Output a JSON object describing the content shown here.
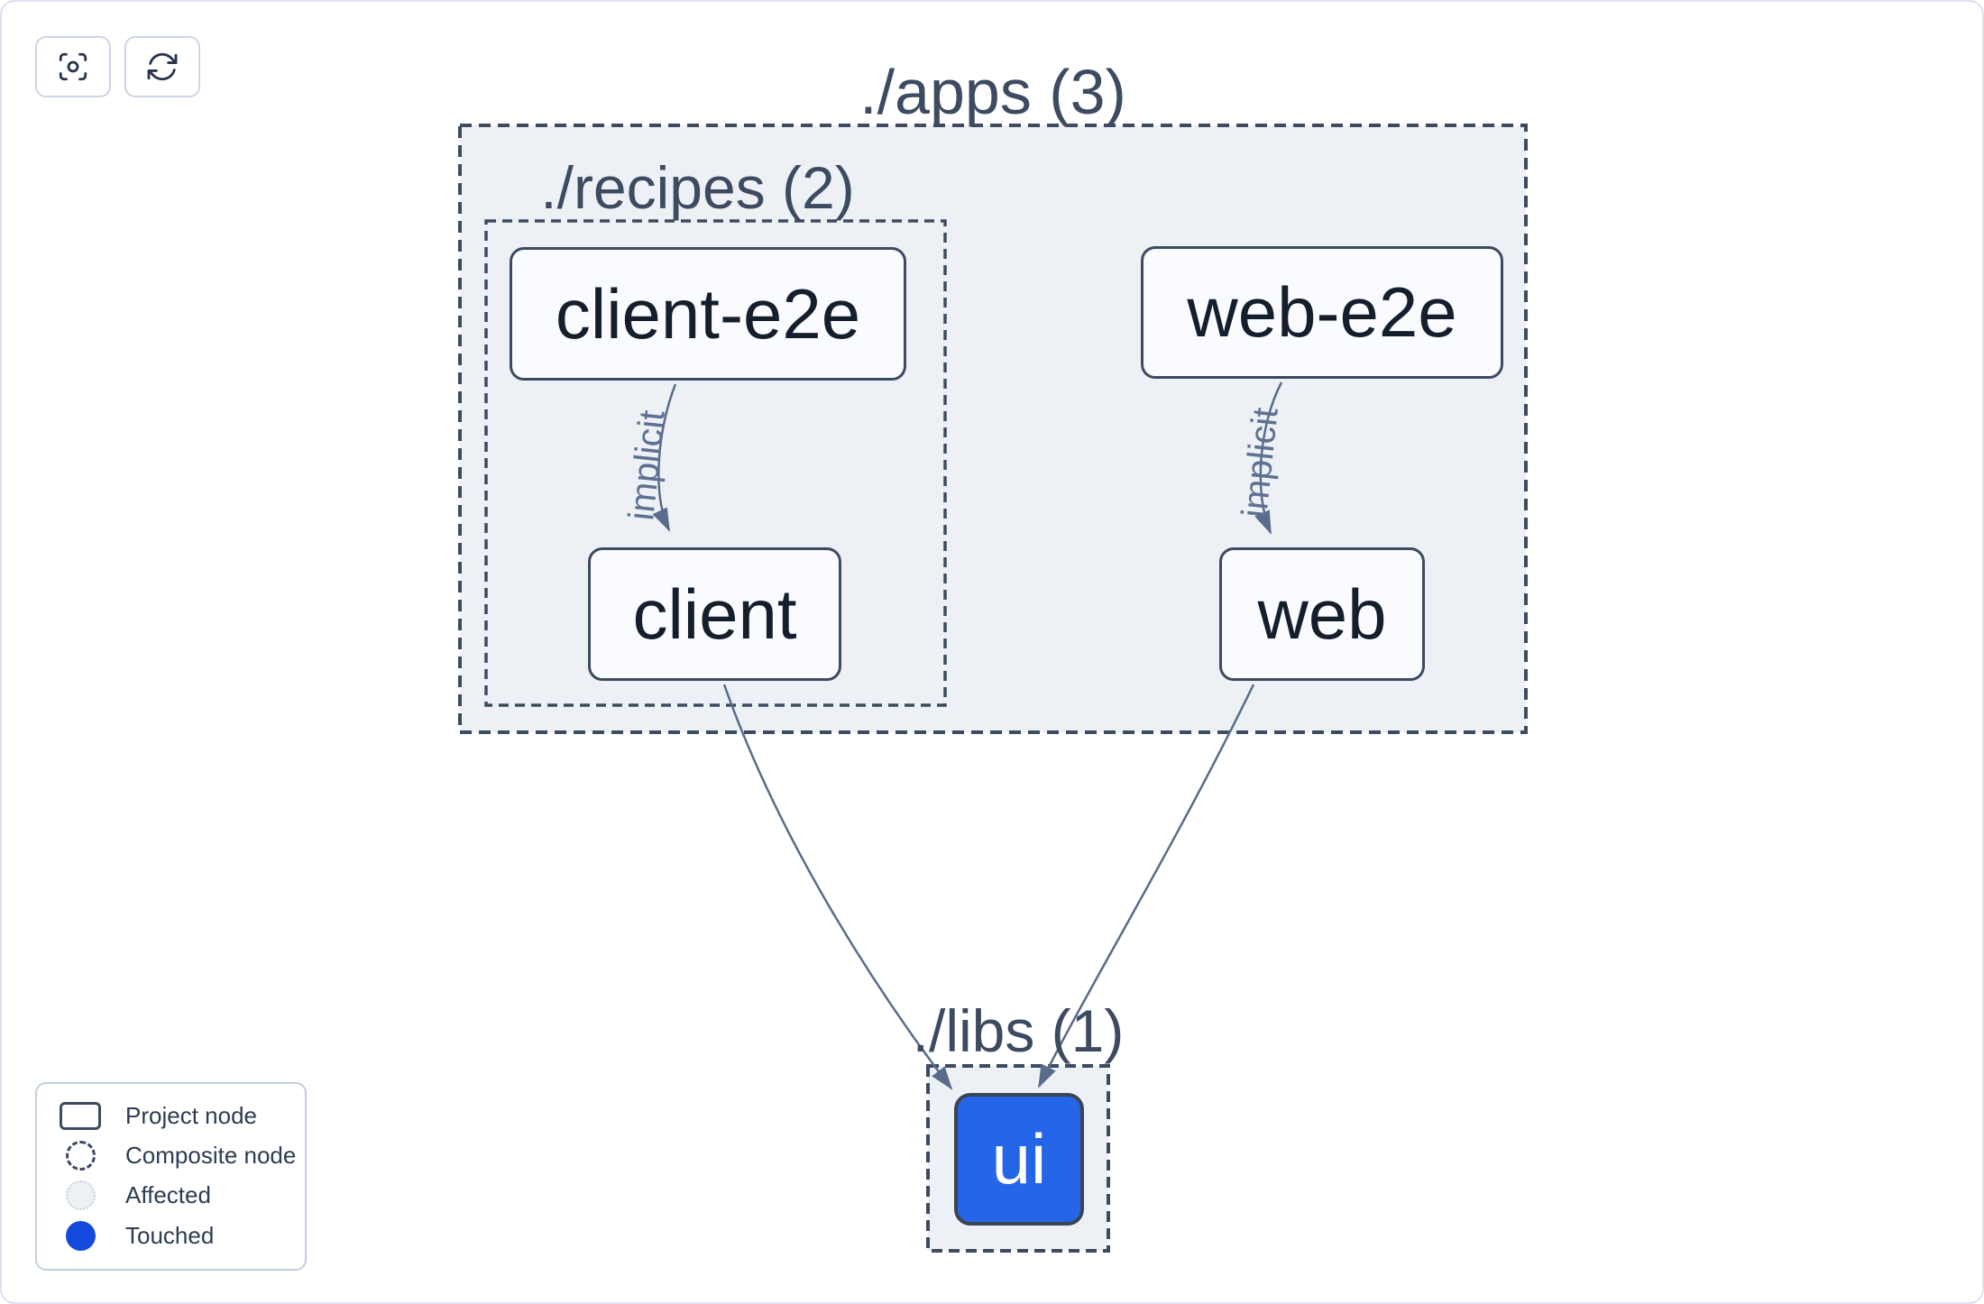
{
  "toolbar": {
    "buttons": [
      {
        "name": "center-graph",
        "icon": "viewfinder-circle-icon"
      },
      {
        "name": "refresh",
        "icon": "refresh-icon"
      }
    ]
  },
  "graph": {
    "groups": [
      {
        "id": "apps",
        "label": "./apps (3)"
      },
      {
        "id": "recipes",
        "label": "./recipes (2)"
      },
      {
        "id": "libs",
        "label": "./libs (1)"
      }
    ],
    "nodes": [
      {
        "id": "client-e2e",
        "label": "client-e2e",
        "state": "default"
      },
      {
        "id": "web-e2e",
        "label": "web-e2e",
        "state": "default"
      },
      {
        "id": "client",
        "label": "client",
        "state": "default"
      },
      {
        "id": "web",
        "label": "web",
        "state": "default"
      },
      {
        "id": "ui",
        "label": "ui",
        "state": "touched"
      }
    ],
    "edges": [
      {
        "source": "client-e2e",
        "target": "client",
        "type": "implicit",
        "label": "implicit"
      },
      {
        "source": "web-e2e",
        "target": "web",
        "type": "implicit",
        "label": "implicit"
      },
      {
        "source": "client",
        "target": "ui",
        "type": "static",
        "label": ""
      },
      {
        "source": "web",
        "target": "ui",
        "type": "static",
        "label": ""
      }
    ]
  },
  "legend": {
    "items": [
      {
        "symbol": "project-node-symbol",
        "label": "Project node"
      },
      {
        "symbol": "composite-node-symbol",
        "label": "Composite node"
      },
      {
        "symbol": "affected-symbol",
        "label": "Affected"
      },
      {
        "symbol": "touched-symbol",
        "label": "Touched"
      }
    ]
  },
  "colors": {
    "canvas_border": "#dbe1ee",
    "group_fill": "#edf1f6",
    "dashed_border": "#3d4b60",
    "node_fill": "#fafbfe",
    "node_border": "#3d4b60",
    "node_text": "#141e2c",
    "group_title_text": "#3d4b60",
    "edge": "#5a6c8b",
    "edge_label_text": "#5e7192",
    "touched_node_blue": "#2565e8",
    "legend_touched_blue": "#1349dc"
  }
}
